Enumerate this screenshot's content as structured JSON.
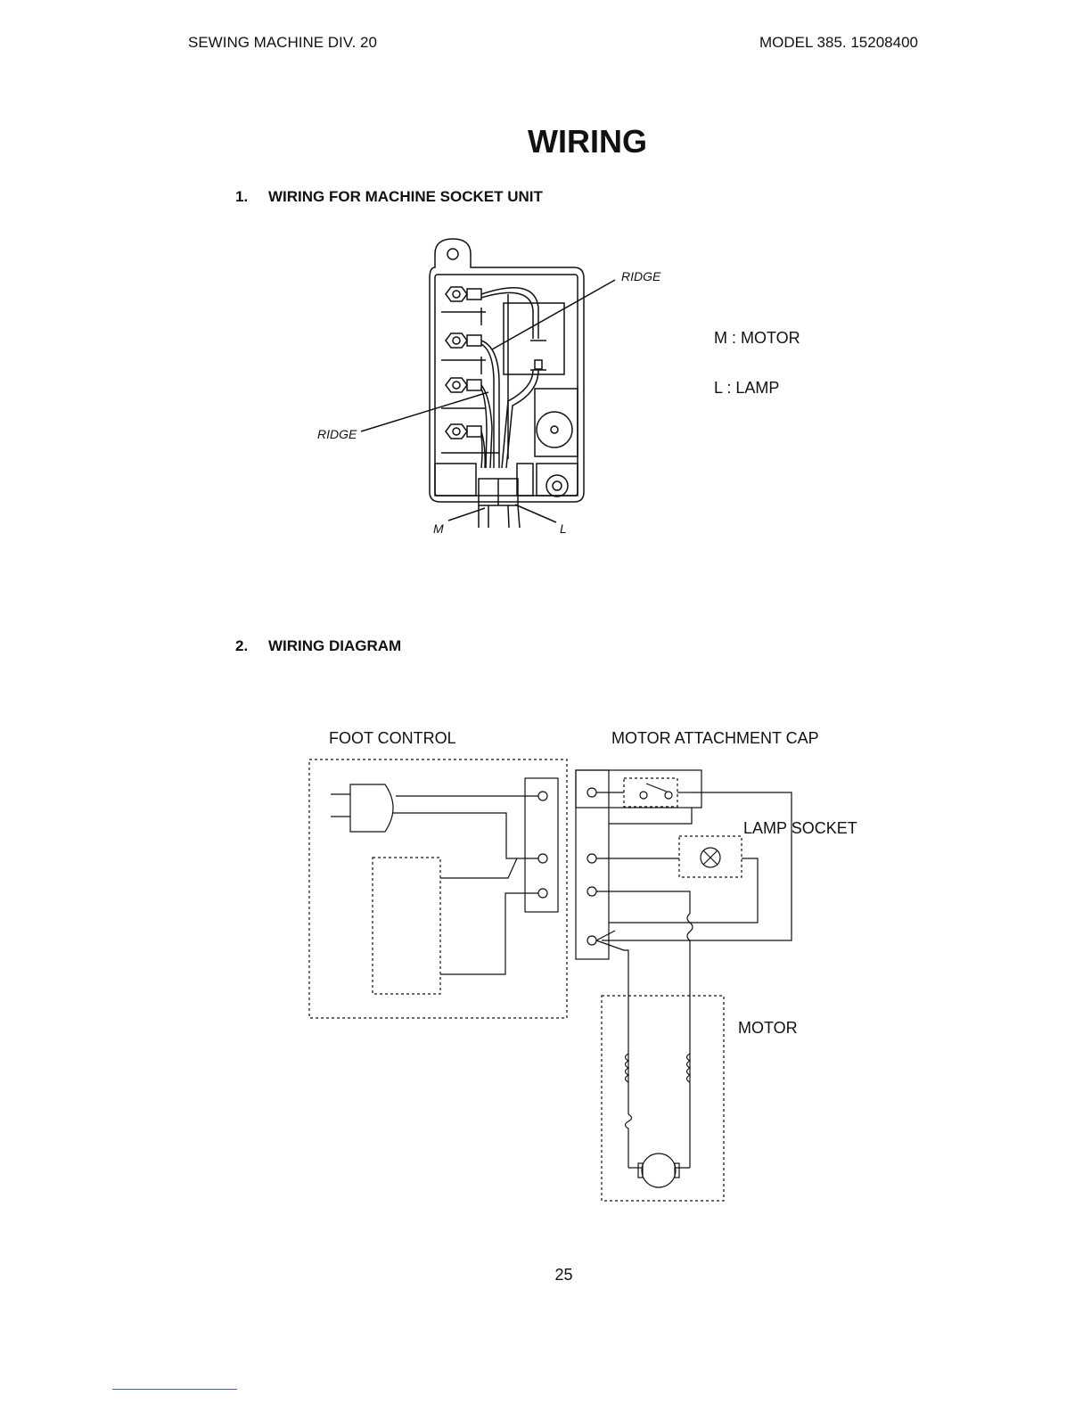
{
  "header": {
    "left": "SEWING MACHINE DIV. 20",
    "right": "MODEL 385. 15208400"
  },
  "title": "WIRING",
  "section1": {
    "number": "1.",
    "heading": "WIRING FOR MACHINE SOCKET UNIT",
    "callouts": {
      "ridge_top": "RIDGE",
      "ridge_left": "RIDGE",
      "m": "M",
      "l": "L"
    },
    "legend": [
      "M : MOTOR",
      "L : LAMP"
    ]
  },
  "section2": {
    "number": "2.",
    "heading": "WIRING DIAGRAM",
    "labels": {
      "foot_control": "FOOT CONTROL",
      "motor_attachment_cap": "MOTOR ATTACHMENT CAP",
      "lamp_socket": "LAMP SOCKET",
      "motor": "MOTOR"
    }
  },
  "page_number": "25"
}
